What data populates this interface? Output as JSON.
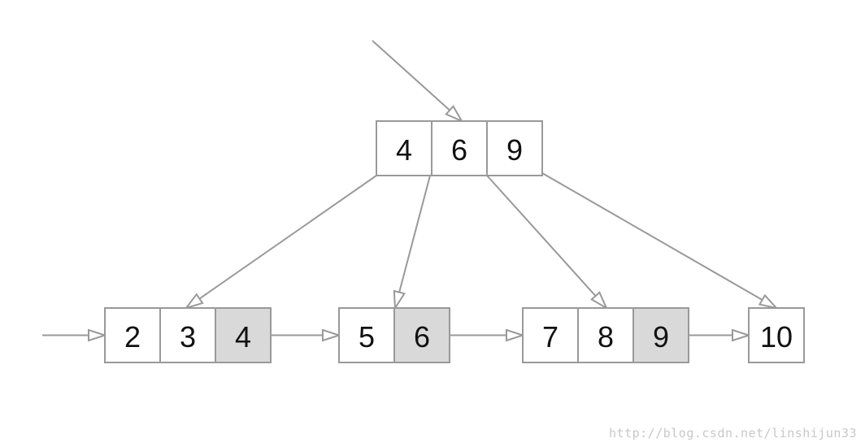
{
  "tree": {
    "root": {
      "keys": [
        "4",
        "6",
        "9"
      ],
      "highlighted": [
        false,
        false,
        false
      ]
    },
    "leaves": [
      {
        "keys": [
          "2",
          "3",
          "4"
        ],
        "highlighted": [
          false,
          false,
          true
        ]
      },
      {
        "keys": [
          "5",
          "6"
        ],
        "highlighted": [
          false,
          true
        ]
      },
      {
        "keys": [
          "7",
          "8",
          "9"
        ],
        "highlighted": [
          false,
          false,
          true
        ]
      },
      {
        "keys": [
          "10"
        ],
        "highlighted": [
          false
        ]
      }
    ]
  },
  "colors": {
    "border": "#999999",
    "cell_fill": "#ffffff",
    "highlight_fill": "#d9d9d9",
    "text": "#111111"
  },
  "watermark": "http://blog.csdn.net/linshijun33"
}
